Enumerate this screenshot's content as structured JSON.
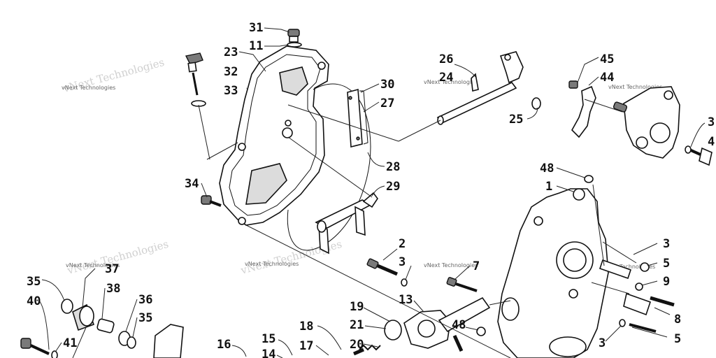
{
  "watermark": "vNext Technologies",
  "callouts": [
    {
      "id": "c31",
      "label": "31"
    },
    {
      "id": "c11",
      "label": "11"
    },
    {
      "id": "c23",
      "label": "23"
    },
    {
      "id": "c32",
      "label": "32"
    },
    {
      "id": "c33",
      "label": "33"
    },
    {
      "id": "c30",
      "label": "30"
    },
    {
      "id": "c27",
      "label": "27"
    },
    {
      "id": "c28",
      "label": "28"
    },
    {
      "id": "c29",
      "label": "29"
    },
    {
      "id": "c34",
      "label": "34"
    },
    {
      "id": "c26",
      "label": "26"
    },
    {
      "id": "c24",
      "label": "24"
    },
    {
      "id": "c25",
      "label": "25"
    },
    {
      "id": "c45",
      "label": "45"
    },
    {
      "id": "c44",
      "label": "44"
    },
    {
      "id": "c3a",
      "label": "3"
    },
    {
      "id": "c4",
      "label": "4"
    },
    {
      "id": "c48a",
      "label": "48"
    },
    {
      "id": "c1",
      "label": "1"
    },
    {
      "id": "c3b",
      "label": "3"
    },
    {
      "id": "c5a",
      "label": "5"
    },
    {
      "id": "c9",
      "label": "9"
    },
    {
      "id": "c8",
      "label": "8"
    },
    {
      "id": "c3c",
      "label": "3"
    },
    {
      "id": "c5b",
      "label": "5"
    },
    {
      "id": "c2",
      "label": "2"
    },
    {
      "id": "c3d",
      "label": "3"
    },
    {
      "id": "c7",
      "label": "7"
    },
    {
      "id": "c13",
      "label": "13"
    },
    {
      "id": "c19",
      "label": "19"
    },
    {
      "id": "c21",
      "label": "21"
    },
    {
      "id": "c20",
      "label": "20"
    },
    {
      "id": "c48b",
      "label": "48"
    },
    {
      "id": "c18",
      "label": "18"
    },
    {
      "id": "c17",
      "label": "17"
    },
    {
      "id": "c15",
      "label": "15"
    },
    {
      "id": "c14",
      "label": "14"
    },
    {
      "id": "c16",
      "label": "16"
    },
    {
      "id": "c37",
      "label": "37"
    },
    {
      "id": "c38",
      "label": "38"
    },
    {
      "id": "c35a",
      "label": "35"
    },
    {
      "id": "c40",
      "label": "40"
    },
    {
      "id": "c36",
      "label": "36"
    },
    {
      "id": "c35b",
      "label": "35"
    },
    {
      "id": "c41",
      "label": "41"
    }
  ]
}
